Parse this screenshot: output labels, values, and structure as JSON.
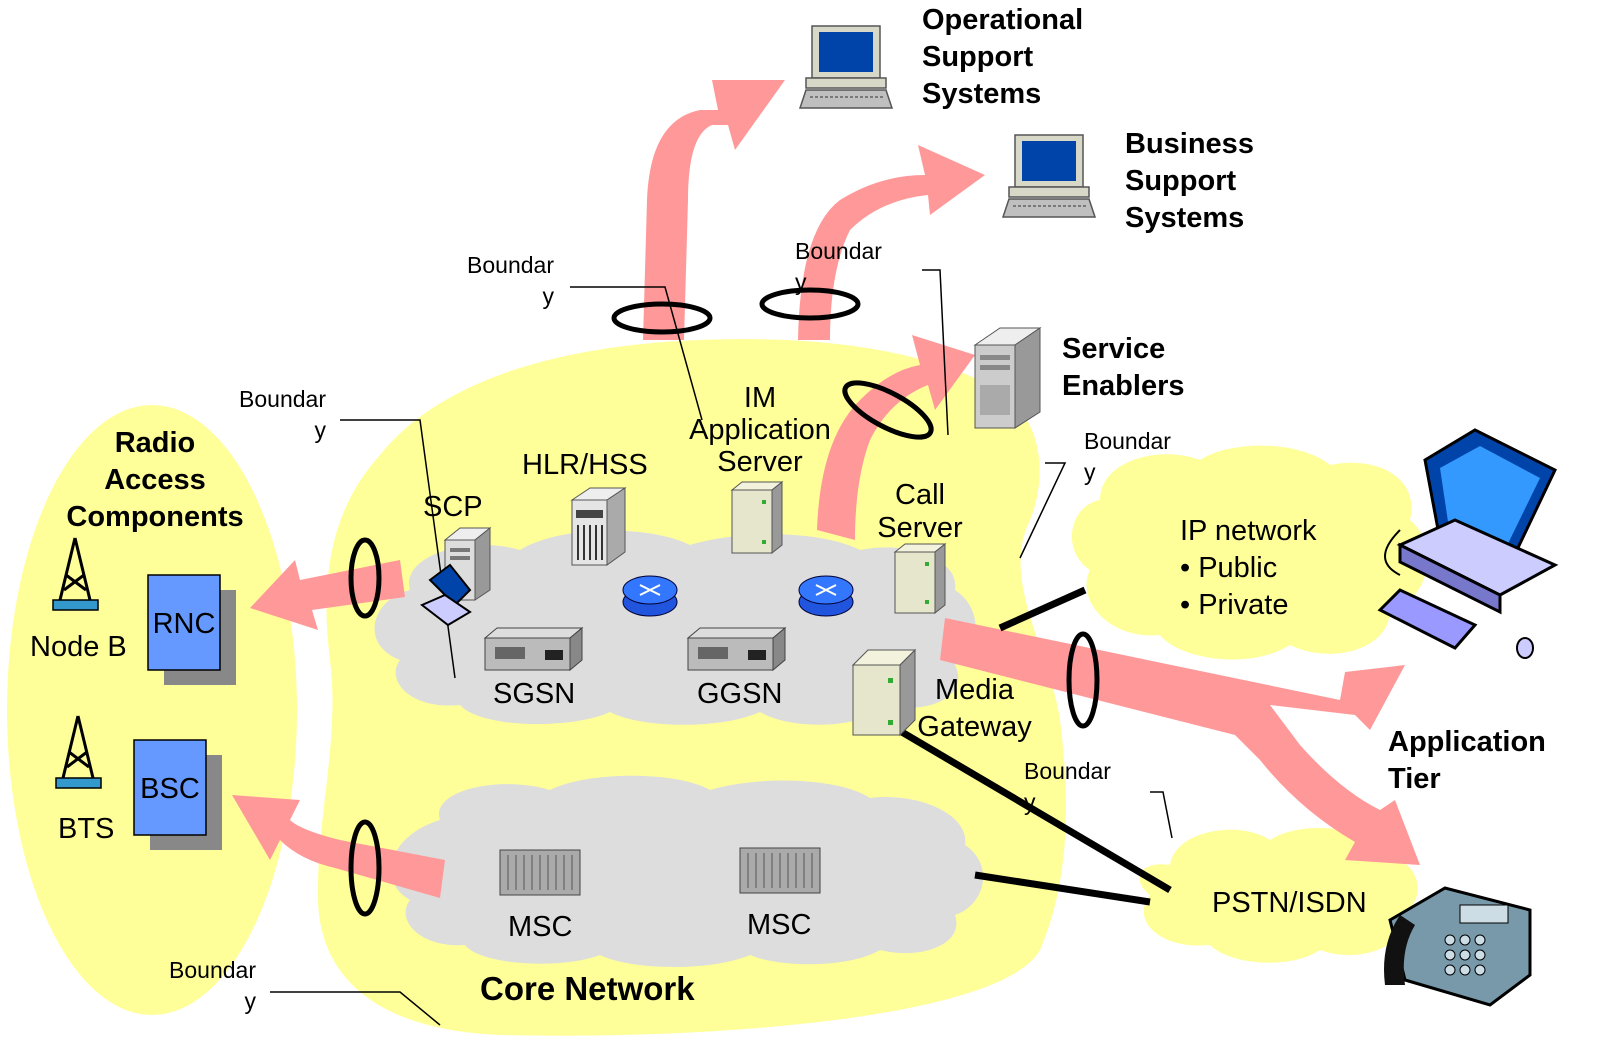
{
  "labels": {
    "oss": [
      "Operational",
      "Support",
      "Systems"
    ],
    "bss": [
      "Business",
      "Support",
      "Systems"
    ],
    "service_enablers": [
      "Service",
      "Enablers"
    ],
    "radio_access": [
      "Radio",
      "Access",
      "Components"
    ],
    "core_network": "Core Network",
    "application_tier": [
      "Application",
      "Tier"
    ],
    "ip_network": "IP network",
    "ip_public": "• Public",
    "ip_private": "• Private",
    "pstn": "PSTN/ISDN",
    "node_b": "Node B",
    "bts": "BTS",
    "rnc": "RNC",
    "bsc": "BSC",
    "scp": "SCP",
    "hlr": "HLR/HSS",
    "im_app_server": [
      "IM",
      "Application",
      "Server"
    ],
    "call_server": [
      "Call",
      "Server"
    ],
    "media_gateway": [
      "Media",
      "Gateway"
    ],
    "sgsn": "SGSN",
    "ggsn": "GGSN",
    "msc1": "MSC",
    "msc2": "MSC"
  },
  "boundaries": [
    [
      "Boundar",
      "y"
    ],
    [
      "Boundar",
      "y"
    ],
    [
      "Boundar",
      "y"
    ],
    [
      "Boundar",
      "y"
    ],
    [
      "Boundar",
      "y"
    ],
    [
      "Boundar",
      "y"
    ]
  ],
  "colors": {
    "yellow_area": "#ffff99",
    "gray_cloud": "#dddddd",
    "arrow": "#ff9999",
    "box_blue": "#6699ff",
    "router_blue": "#3366ff",
    "screen_blue": "#0044aa"
  }
}
